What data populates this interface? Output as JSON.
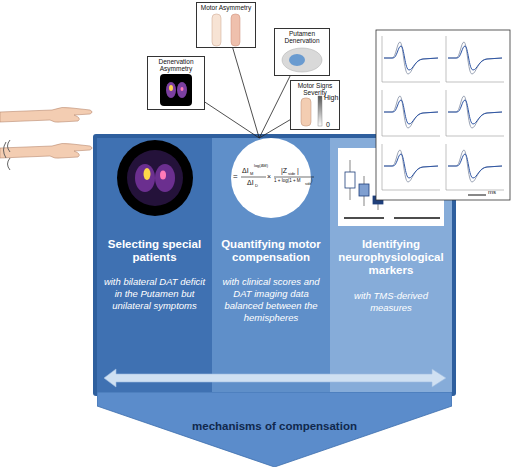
{
  "diagram": {
    "nodes": [
      {
        "text": [
          "Motor Asymmetry"
        ]
      },
      {
        "text": [
          "Putamen Denervation"
        ]
      },
      {
        "text": [
          "Denervation Asymmetry"
        ]
      },
      {
        "text": [
          "Motor Signs Severity"
        ]
      },
      {
        "text": [
          "Selecting special patients",
          "with bilateral DAT deficit in the Putamen but unilateral symptoms"
        ]
      },
      {
        "text": [
          "Quantifying motor compensation",
          "with clinical scores and DAT imaging data balanced between the hemispheres"
        ]
      },
      {
        "text": [
          "Identifying neurophysiological markers",
          "with TMS-derived measures"
        ]
      },
      {
        "text": [
          "mechanisms of compensation"
        ]
      }
    ],
    "edges": [
      {
        "from": 0,
        "to": 5,
        "arrow": "none"
      },
      {
        "from": 1,
        "to": 5,
        "arrow": "none"
      },
      {
        "from": 2,
        "to": 5,
        "arrow": "none"
      },
      {
        "from": 3,
        "to": 5,
        "arrow": "none"
      }
    ],
    "labels": [
      "High",
      "0",
      "ms",
      "=",
      "ΔI",
      "M",
      "log(ΔM)",
      "ΔI",
      "D",
      "×",
      "|Z",
      "side",
      "|",
      "1 + log(1 + M",
      "side",
      ")"
    ]
  }
}
